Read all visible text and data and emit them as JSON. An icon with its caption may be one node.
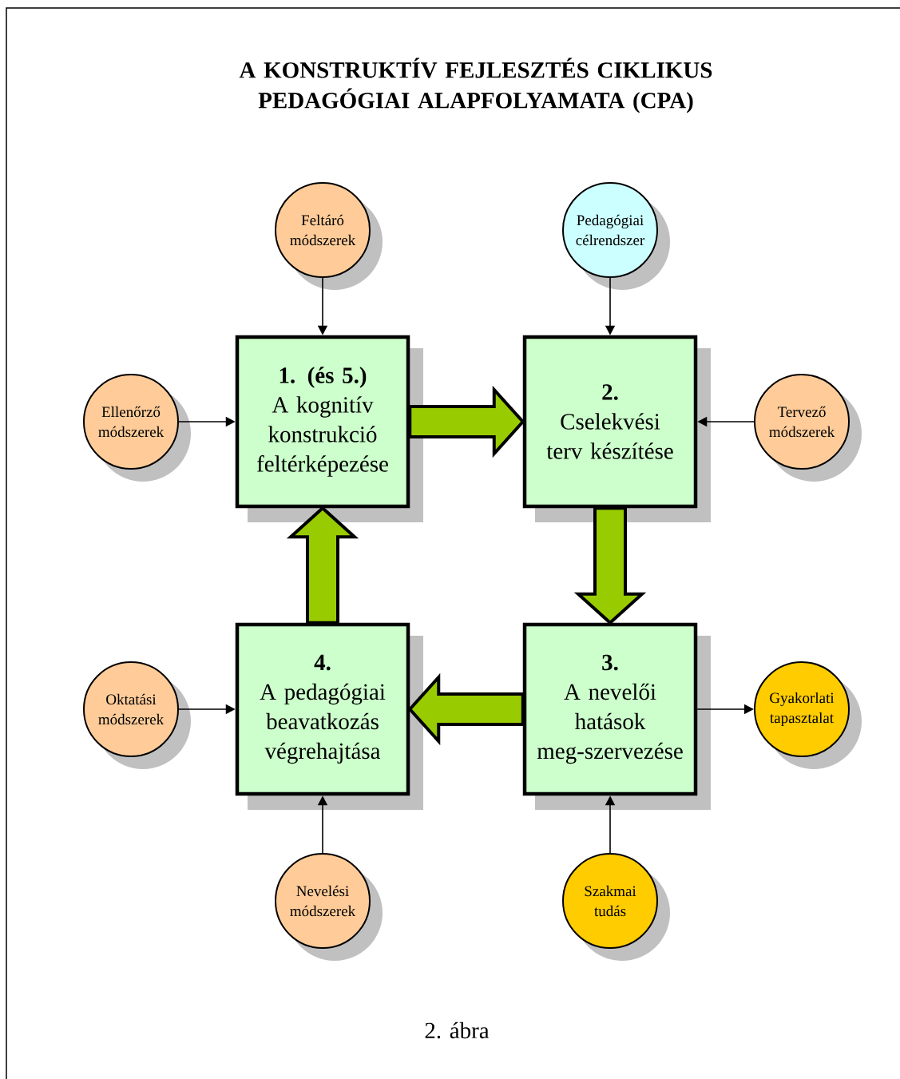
{
  "diagram": {
    "title": "A KONSTRUKTÍV FEJLESZTÉS CIKLIKUS PEDAGÓGIAI ALAPFOLYAMATA (CPA)",
    "caption": "2. ábra",
    "nodes": [
      {
        "text": [
          "1. (és 5.)",
          "A kognitív konstrukció feltérképezése"
        ]
      },
      {
        "text": [
          "2.",
          "Cselekvési terv készítése"
        ]
      },
      {
        "text": [
          "3.",
          "A nevelői hatások meg-szervezése"
        ]
      },
      {
        "text": [
          "4.",
          "A pedagógiai beavatkozás végrehajtása"
        ]
      },
      {
        "text": [
          "Feltáró módszerek"
        ]
      },
      {
        "text": [
          "Pedagógiai célrendszer"
        ]
      },
      {
        "text": [
          "Ellenőrző módszerek"
        ]
      },
      {
        "text": [
          "Tervező módszerek"
        ]
      },
      {
        "text": [
          "Oktatási módszerek"
        ]
      },
      {
        "text": [
          "Gyakorlati tapasztalat"
        ]
      },
      {
        "text": [
          "Nevelési módszerek"
        ]
      },
      {
        "text": [
          "Szakmai tudás"
        ]
      }
    ],
    "edges": [
      {
        "from": 0,
        "to": 1,
        "arrow": "to",
        "style": "thick",
        "color": "#99cc00"
      },
      {
        "from": 1,
        "to": 2,
        "arrow": "to",
        "style": "thick",
        "color": "#99cc00"
      },
      {
        "from": 2,
        "to": 3,
        "arrow": "to",
        "style": "thick",
        "color": "#99cc00"
      },
      {
        "from": 3,
        "to": 0,
        "arrow": "to",
        "style": "thick",
        "color": "#99cc00"
      },
      {
        "from": 4,
        "to": 0,
        "arrow": "to"
      },
      {
        "from": 5,
        "to": 1,
        "arrow": "to"
      },
      {
        "from": 6,
        "to": 0,
        "arrow": "to"
      },
      {
        "from": 7,
        "to": 1,
        "arrow": "to"
      },
      {
        "from": 8,
        "to": 3,
        "arrow": "to"
      },
      {
        "from": 2,
        "to": 9,
        "arrow": "to"
      },
      {
        "from": 10,
        "to": 3,
        "arrow": "to"
      },
      {
        "from": 11,
        "to": 2,
        "arrow": "to"
      }
    ]
  }
}
